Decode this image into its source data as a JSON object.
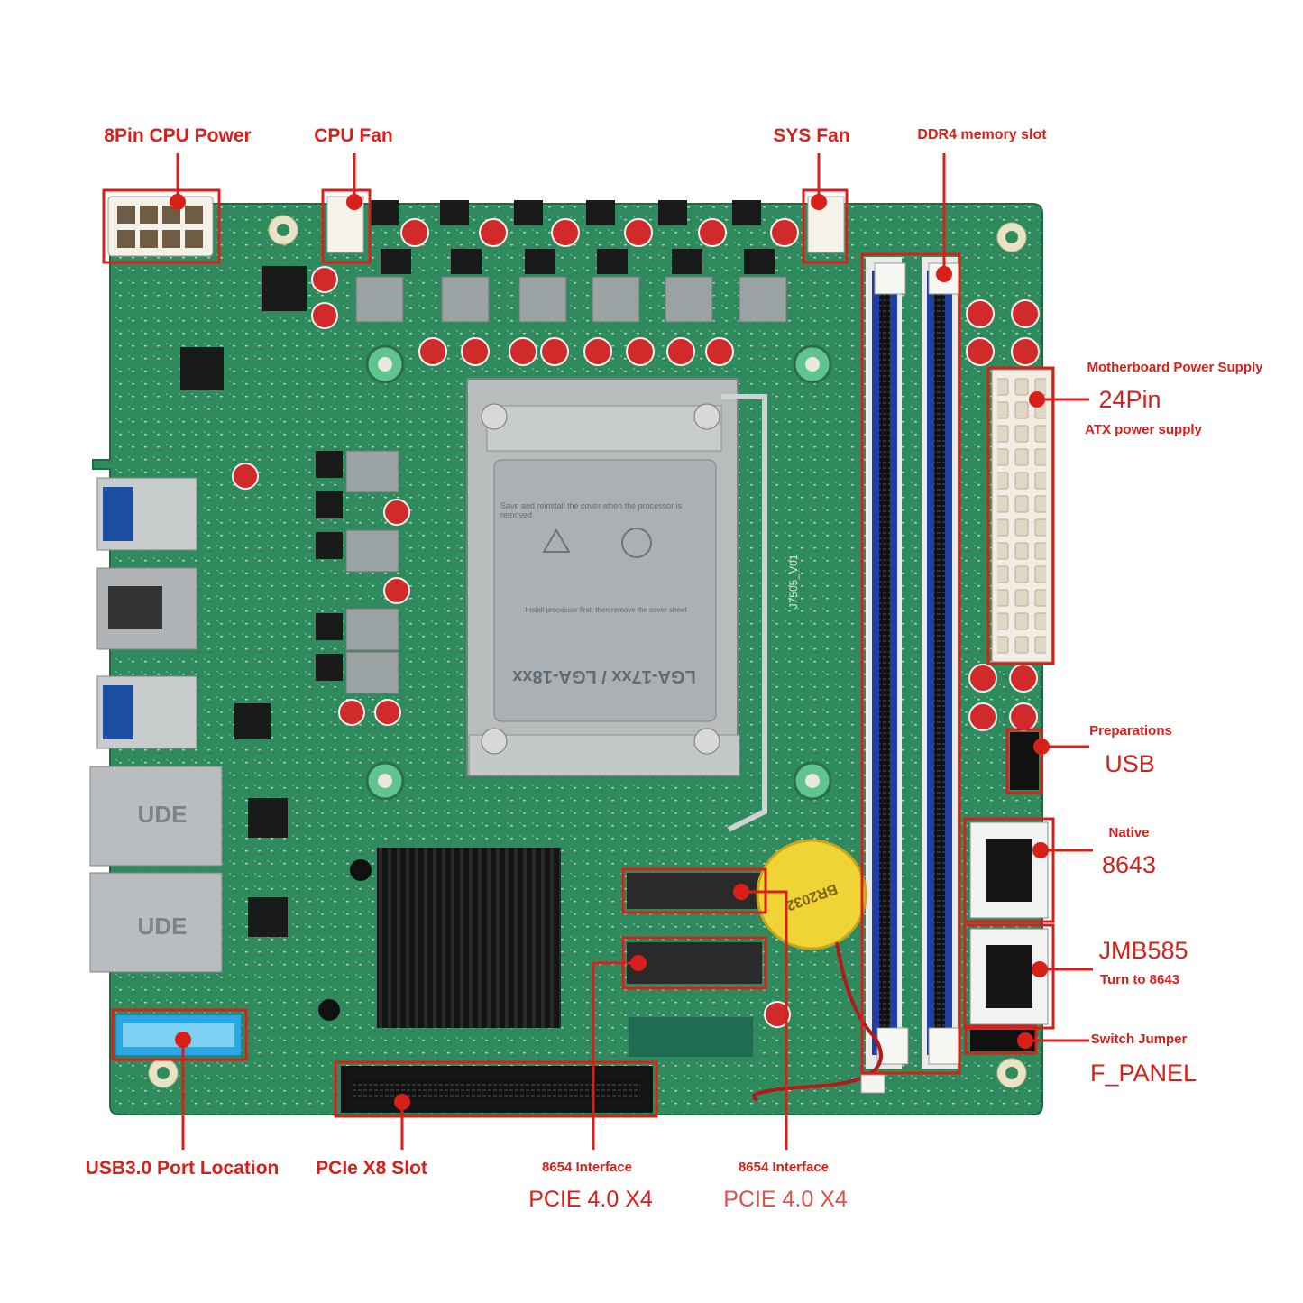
{
  "labels": {
    "cpu_power": "8Pin CPU Power",
    "cpu_fan": "CPU Fan",
    "sys_fan": "SYS Fan",
    "ddr4": "DDR4 memory slot",
    "mb_power": "Motherboard Power Supply",
    "pin24": "24Pin",
    "atx": "ATX power supply",
    "preparations": "Preparations",
    "usb": "USB",
    "native": "Native",
    "n8643": "8643",
    "jmb585": "JMB585",
    "turn8643": "Turn to 8643",
    "switch_jumper": "Switch Jumper",
    "fpanel": "F_PANEL",
    "usb30": "USB3.0 Port Location",
    "pcie_x8": "PCIe X8 Slot",
    "iface1": "8654 Interface",
    "pcie1": "PCIE 4.0 X4",
    "iface2": "8654 Interface",
    "pcie2": "PCIE 4.0 X4"
  },
  "board_text": {
    "socket_model": "LGA-17xx / LGA-18xx",
    "cover_save": "Save and reinstall the cover when the processor is removed",
    "cover_install": "Install processor first, then remove the cover sheet",
    "lan_brand_1": "UDE",
    "lan_brand_2": "UDE",
    "battery_code": "BR2032",
    "board_model": "J7505_V01"
  },
  "colors": {
    "annotation": "#d8201b",
    "pcb": "#2e8a5c",
    "dimm": "#1f3fa8"
  }
}
